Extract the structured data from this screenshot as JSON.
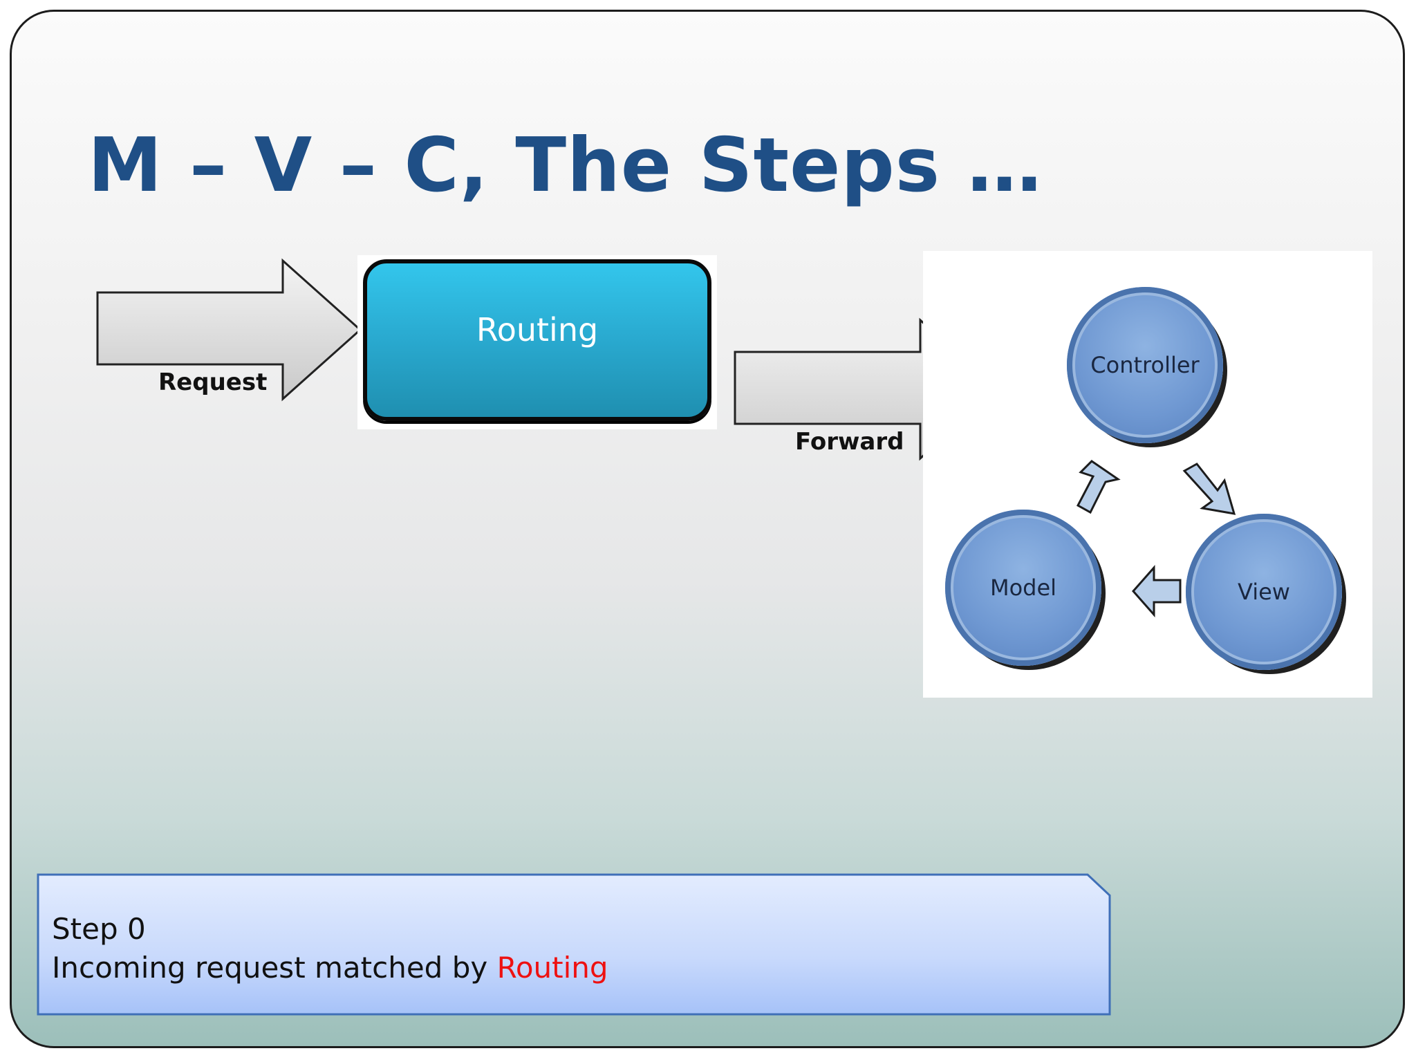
{
  "slide": {
    "title": "M – V – C, The Steps …"
  },
  "diagram": {
    "request_label": "Request",
    "routing_label": "Routing",
    "forward_label": "Forward",
    "mvc": {
      "controller": "Controller",
      "model": "Model",
      "view": "View"
    }
  },
  "step": {
    "title": "Step 0",
    "description_prefix": "Incoming request matched by ",
    "description_highlight": "Routing",
    "highlight_color": "#ee1111"
  },
  "colors": {
    "title": "#1f4f86",
    "routing_fill": "#29a9cf",
    "mvc_circle": "#6f98d2",
    "step_box_fill": "#c6d8fb"
  }
}
